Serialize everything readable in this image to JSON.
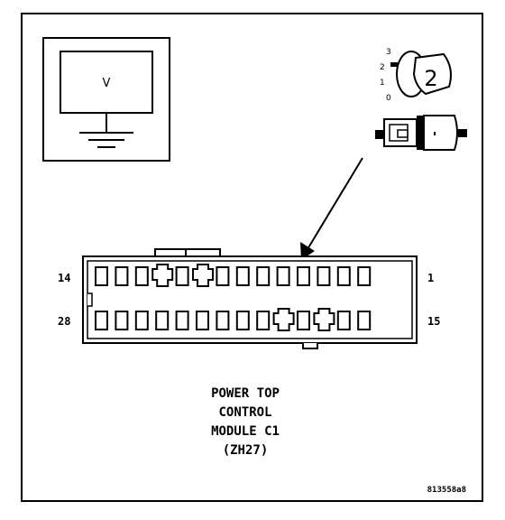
{
  "meter": {
    "readout": "V"
  },
  "ignition": {
    "positions": [
      "3",
      "2",
      "1",
      "0"
    ],
    "key_number": "2"
  },
  "connector": {
    "top_left_pin": "14",
    "top_right_pin": "1",
    "bottom_left_pin": "28",
    "bottom_right_pin": "15"
  },
  "caption": {
    "line1": "POWER TOP",
    "line2": "CONTROL",
    "line3": "MODULE C1",
    "line4": "(ZH27)"
  },
  "figure_id": "813558a8",
  "colors": {
    "ink": "#000000",
    "paper": "#ffffff"
  }
}
